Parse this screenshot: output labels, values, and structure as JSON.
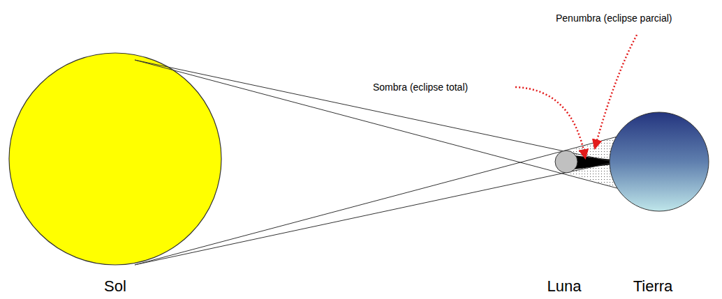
{
  "diagram": {
    "labels": [
      "Penumbra (eclipse parcial)",
      "Sombra (eclipse total)",
      "Sol",
      "Luna",
      "Tierra"
    ]
  }
}
